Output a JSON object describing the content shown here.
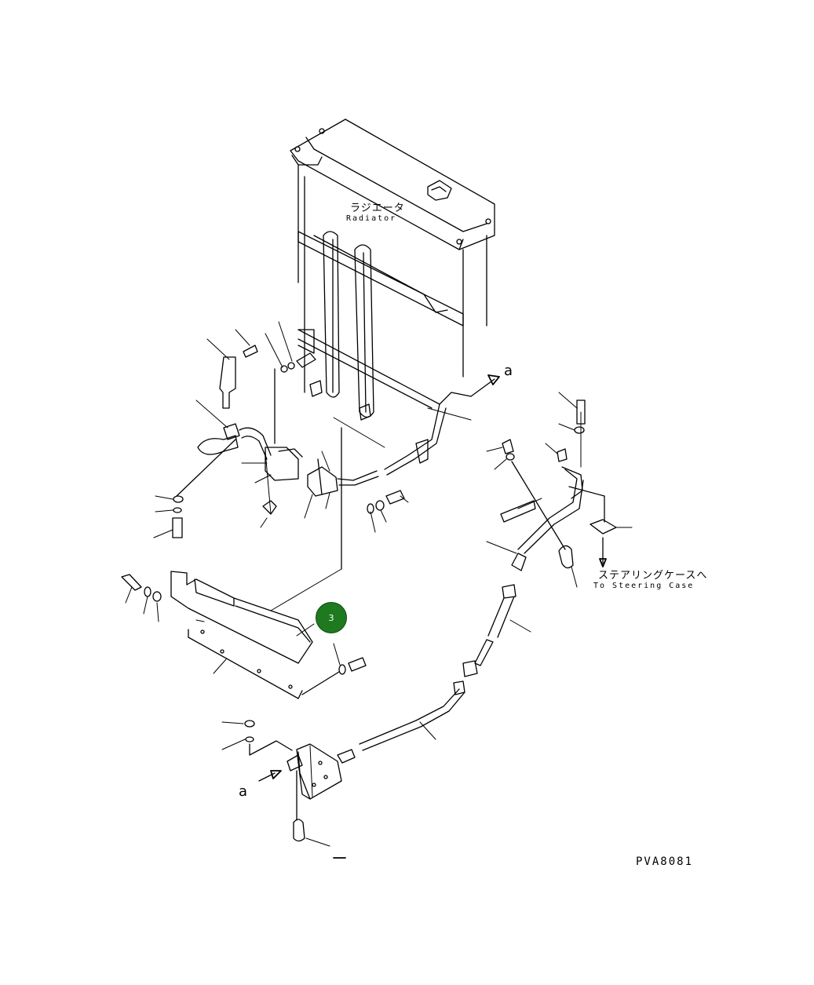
{
  "labels": {
    "radiator_jp": "ラジエータ",
    "radiator_en": "Radiator",
    "steering_jp": "ステアリングケースへ",
    "steering_en": "To Steering Case",
    "arrow_ref_top": "a",
    "arrow_ref_bottom": "a",
    "drawing_code": "PVA8081"
  },
  "callout": {
    "number": "3",
    "color": "#1f7a1f"
  }
}
